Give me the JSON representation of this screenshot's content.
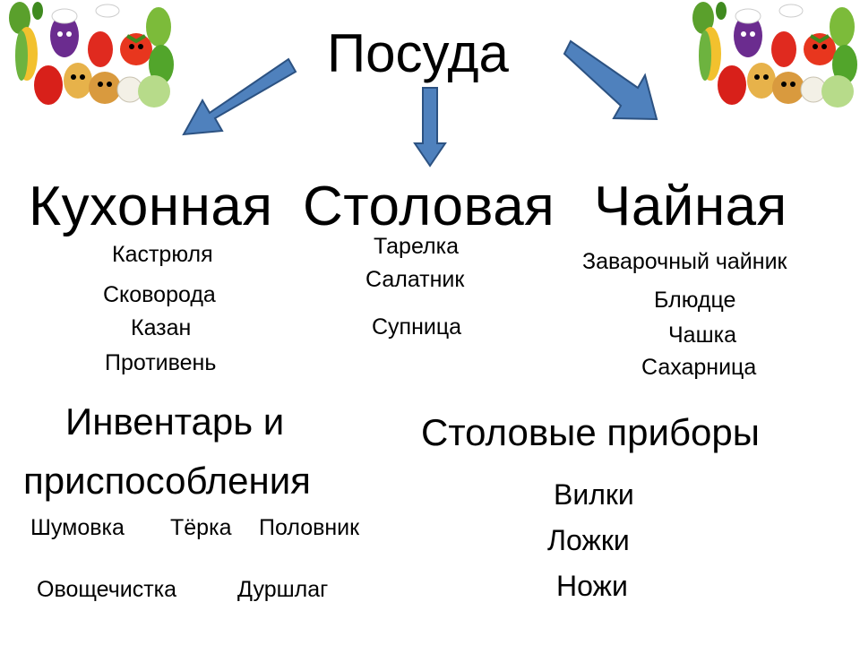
{
  "title": "Посуда",
  "categories": {
    "kitchen": {
      "heading": "Кухонная",
      "items": [
        "Кастрюля",
        "Сковорода",
        "Казан",
        "Противень"
      ]
    },
    "table": {
      "heading": "Столовая",
      "items": [
        "Тарелка",
        "Салатник",
        "Супница"
      ]
    },
    "tea": {
      "heading": "Чайная",
      "items": [
        "Заварочный чайник",
        "Блюдце",
        "Чашка",
        "Сахарница"
      ]
    }
  },
  "inventory": {
    "heading_line1": "Инвентарь и",
    "heading_line2": "приспособления",
    "items": [
      "Шумовка",
      "Тёрка",
      "Половник",
      "Овощечистка",
      "Дуршлаг"
    ]
  },
  "cutlery": {
    "heading": "Столовые приборы",
    "items": [
      "Вилки",
      "Ложки",
      "Ножи"
    ]
  },
  "colors": {
    "arrow_fill": "#4f81bd",
    "arrow_stroke": "#2c5282",
    "text": "#000000"
  },
  "icons": {
    "left_image": "vegetables-cartoon-icon",
    "right_image": "vegetables-cartoon-icon"
  }
}
